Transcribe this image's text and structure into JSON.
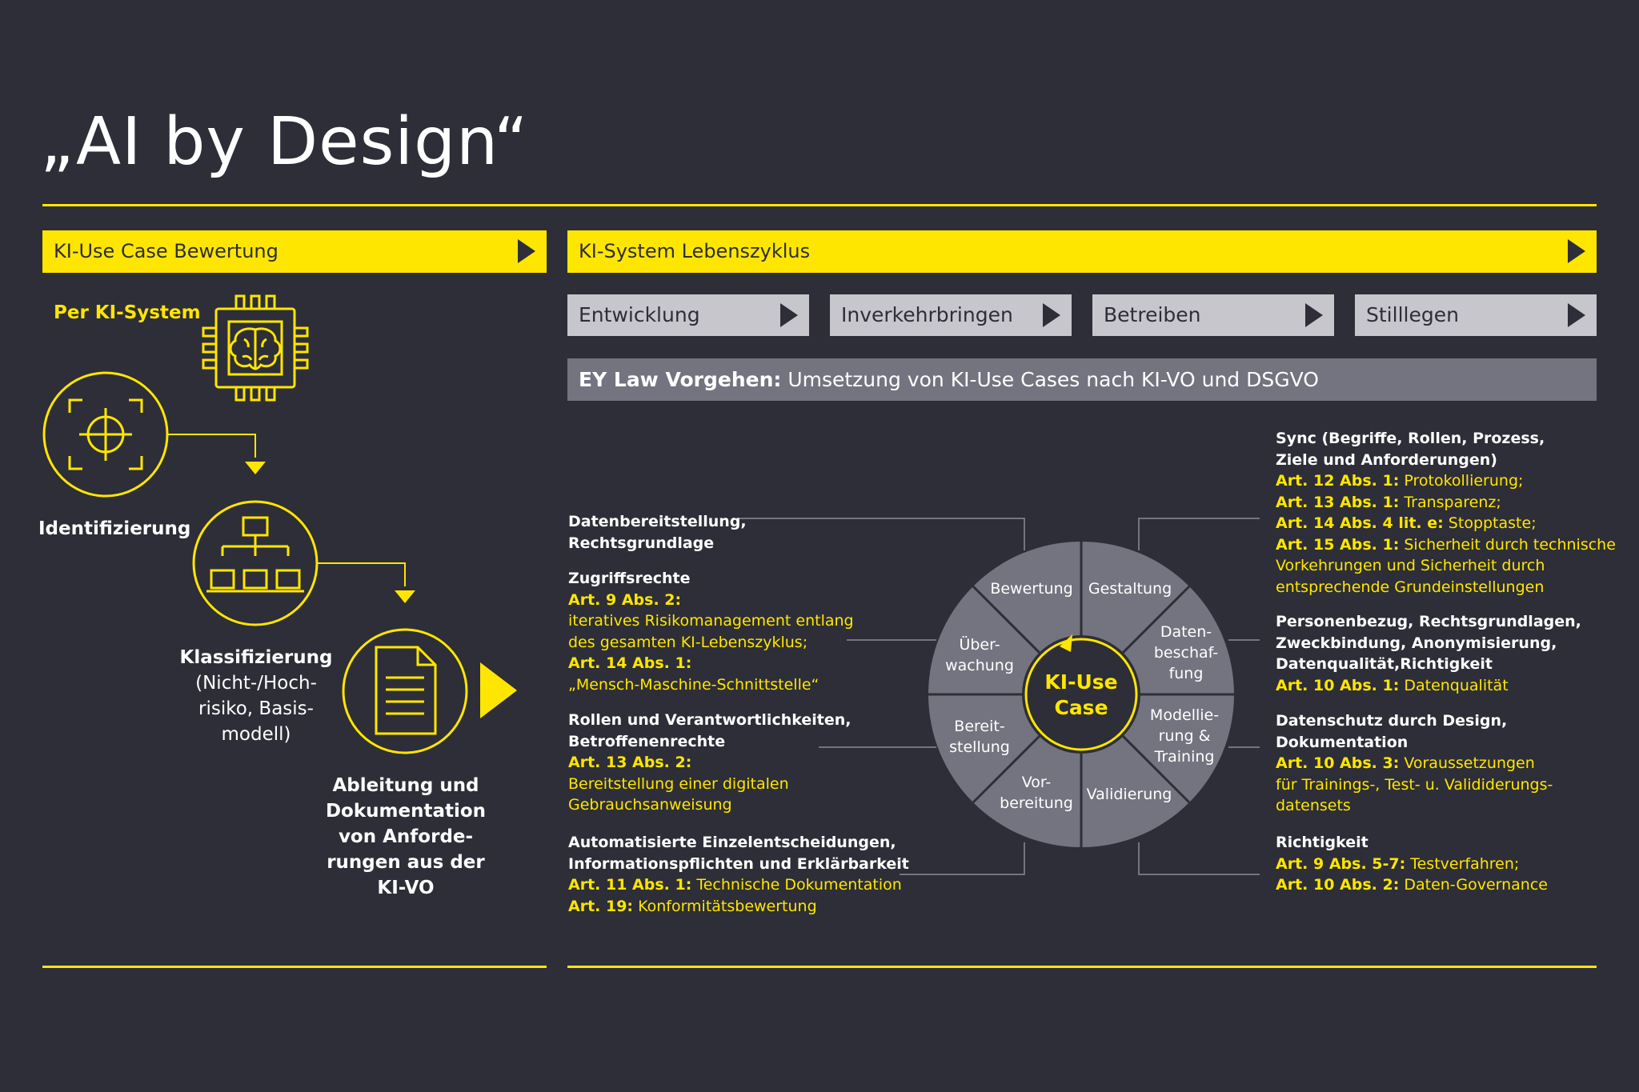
{
  "title": "„AI by Design“",
  "left_header": "KI-Use Case Bewertung",
  "right_header": "KI-System Lebenszyklus",
  "phases": [
    "Entwicklung",
    "Inverkehrbringen",
    "Betreiben",
    "Stilllegen"
  ],
  "ey_bar": {
    "bold": "EY Law Vorgehen:",
    "text": " Umsetzung von KI-Use Cases nach KI-VO und DSGVO"
  },
  "left": {
    "per_ki_system": "Per KI-System",
    "identifizierung": "Identifizierung",
    "klassifizierung": {
      "title": "Klassifizierung",
      "lines": [
        "(Nicht-/Hoch-",
        "risiko, Basis-",
        "modell)"
      ]
    },
    "ableitung": [
      "Ableitung und",
      "Dokumentation",
      "von Anforde-",
      "rungen aus der",
      "KI-VO"
    ]
  },
  "wheel": {
    "center": [
      "KI-Use",
      "Case"
    ],
    "segments": [
      {
        "lines": [
          "Bewertung"
        ]
      },
      {
        "lines": [
          "Gestaltung"
        ]
      },
      {
        "lines": [
          "Daten-",
          "beschaf-",
          "fung"
        ]
      },
      {
        "lines": [
          "Modellie-",
          "rung &",
          "Training"
        ]
      },
      {
        "lines": [
          "Validierung"
        ]
      },
      {
        "lines": [
          "Vor-",
          "bereitung"
        ]
      },
      {
        "lines": [
          "Bereit-",
          "stellung"
        ]
      },
      {
        "lines": [
          "Über-",
          "wachung"
        ]
      }
    ]
  },
  "notes_left": [
    {
      "lines": [
        [
          {
            "t": "Datenbereitstellung,",
            "s": "b"
          }
        ],
        [
          {
            "t": "Rechtsgrundlage",
            "s": "b"
          }
        ]
      ]
    },
    {
      "lines": [
        [
          {
            "t": "Zugriffsrechte",
            "s": "b"
          }
        ],
        [
          {
            "t": "Art. 9 Abs. 2:",
            "s": "yb"
          }
        ],
        [
          {
            "t": "iteratives Risikomanagement entlang",
            "s": "y"
          }
        ],
        [
          {
            "t": "des gesamten KI-Lebenszyklus;",
            "s": "y"
          }
        ],
        [
          {
            "t": "Art. 14 Abs. 1:",
            "s": "yb"
          }
        ],
        [
          {
            "t": "„Mensch-Maschine-Schnittstelle“",
            "s": "y"
          }
        ]
      ]
    },
    {
      "lines": [
        [
          {
            "t": "Rollen und Verantwortlichkeiten,",
            "s": "b"
          }
        ],
        [
          {
            "t": "Betroffenenrechte",
            "s": "b"
          }
        ],
        [
          {
            "t": "Art. 13 Abs. 2:",
            "s": "yb"
          }
        ],
        [
          {
            "t": "Bereitstellung einer digitalen",
            "s": "y"
          }
        ],
        [
          {
            "t": "Gebrauchsanweisung",
            "s": "y"
          }
        ]
      ]
    },
    {
      "lines": [
        [
          {
            "t": "Automatisierte Einzelentscheidungen,",
            "s": "b"
          }
        ],
        [
          {
            "t": "Informationspflichten und Erklärbarkeit",
            "s": "b"
          }
        ],
        [
          {
            "t": "Art. 11 Abs. 1:",
            "s": "yb"
          },
          {
            "t": " Technische Dokumentation",
            "s": "y"
          }
        ],
        [
          {
            "t": "Art. 19:",
            "s": "yb"
          },
          {
            "t": " Konformitätsbewertung",
            "s": "y"
          }
        ]
      ]
    }
  ],
  "notes_right": [
    {
      "lines": [
        [
          {
            "t": "Sync (Begriffe, Rollen, Prozess,",
            "s": "b"
          }
        ],
        [
          {
            "t": "Ziele und Anforderungen)",
            "s": "b"
          }
        ],
        [
          {
            "t": "Art. 12 Abs. 1:",
            "s": "yb"
          },
          {
            "t": " Protokollierung;",
            "s": "y"
          }
        ],
        [
          {
            "t": "Art. 13 Abs. 1:",
            "s": "yb"
          },
          {
            "t": " Transparenz;",
            "s": "y"
          }
        ],
        [
          {
            "t": "Art. 14 Abs. 4 lit. e:",
            "s": "yb"
          },
          {
            "t": " Stopptaste;",
            "s": "y"
          }
        ],
        [
          {
            "t": "Art. 15 Abs. 1:",
            "s": "yb"
          },
          {
            "t": " Sicherheit durch technische",
            "s": "y"
          }
        ],
        [
          {
            "t": "Vorkehrungen und Sicherheit durch",
            "s": "y"
          }
        ],
        [
          {
            "t": "entsprechende Grundeinstellungen",
            "s": "y"
          }
        ]
      ]
    },
    {
      "lines": [
        [
          {
            "t": "Personenbezug, Rechtsgrundlagen,",
            "s": "b"
          }
        ],
        [
          {
            "t": "Zweckbindung, Anonymisierung,",
            "s": "b"
          }
        ],
        [
          {
            "t": "Datenqualität,Richtigkeit",
            "s": "b"
          }
        ],
        [
          {
            "t": "Art. 10 Abs. 1:",
            "s": "yb"
          },
          {
            "t": " Datenqualität",
            "s": "y"
          }
        ]
      ]
    },
    {
      "lines": [
        [
          {
            "t": "Datenschutz durch Design,",
            "s": "b"
          }
        ],
        [
          {
            "t": "Dokumentation",
            "s": "b"
          }
        ],
        [
          {
            "t": "Art. 10 Abs. 3:",
            "s": "yb"
          },
          {
            "t": " Voraussetzungen",
            "s": "y"
          }
        ],
        [
          {
            "t": "für Trainings-, Test- u. Valididerungs-",
            "s": "y"
          }
        ],
        [
          {
            "t": "datensets",
            "s": "y"
          }
        ]
      ]
    },
    {
      "lines": [
        [
          {
            "t": "Richtigkeit",
            "s": "b"
          }
        ],
        [
          {
            "t": "Art. 9 Abs. 5-7:",
            "s": "yb"
          },
          {
            "t": " Testverfahren;",
            "s": "y"
          }
        ],
        [
          {
            "t": "Art. 10 Abs. 2:",
            "s": "yb"
          },
          {
            "t": " Daten-Governance",
            "s": "y"
          }
        ]
      ]
    }
  ],
  "colors": {
    "background": "#2d2e37",
    "accent": "#ffe600",
    "phase_bar": "#c7c6cc",
    "ey_bar": "#747480",
    "wheel": "#747480"
  },
  "icons": [
    "chip-brain-icon",
    "target-icon",
    "hierarchy-icon",
    "document-icon",
    "arrow-right-icon",
    "cycle-arrow-icon"
  ]
}
